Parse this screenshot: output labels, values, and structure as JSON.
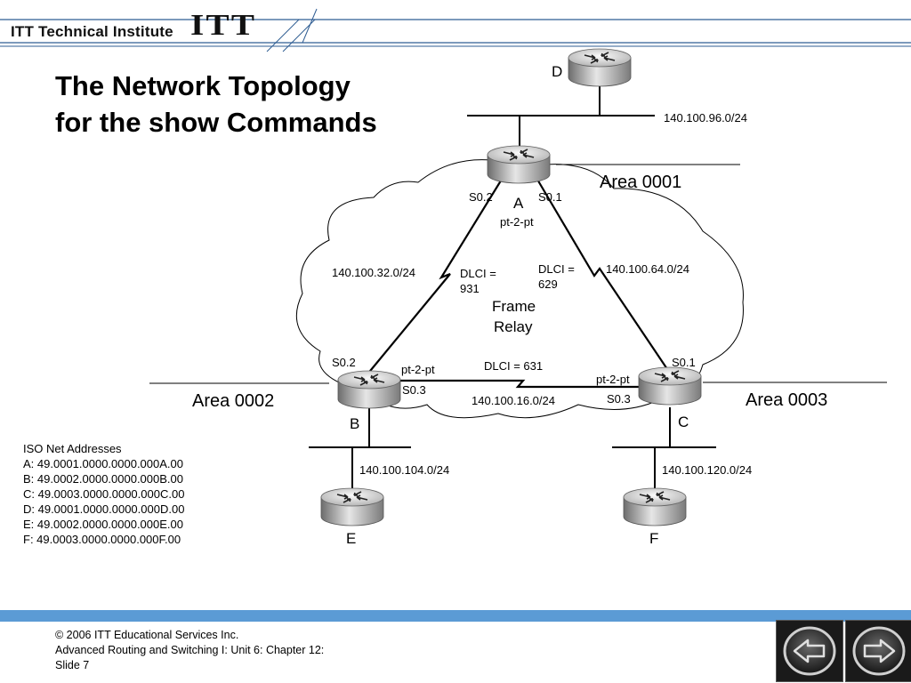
{
  "header": {
    "institute": "ITT Technical Institute",
    "logo_text": "ITT"
  },
  "title": {
    "line1": "The Network Topology",
    "line2": "for the show Commands"
  },
  "routers": {
    "A": "A",
    "B": "B",
    "C": "C",
    "D": "D",
    "E": "E",
    "F": "F"
  },
  "areas": {
    "a1": "Area 0001",
    "a2": "Area 0002",
    "a3": "Area 0003"
  },
  "networks": {
    "d_lan": "140.100.96.0/24",
    "ab": "140.100.32.0/24",
    "ac": "140.100.64.0/24",
    "bc": "140.100.16.0/24",
    "b_lan": "140.100.104.0/24",
    "c_lan": "140.100.120.0/24"
  },
  "interfaces": {
    "a_s02": "S0.2",
    "a_s01": "S0.1",
    "b_s02": "S0.2",
    "b_s03": "S0.3",
    "c_s01": "S0.1",
    "c_s03": "S0.3"
  },
  "links": {
    "a_pt": "pt-2-pt",
    "b_pt": "pt-2-pt",
    "c_pt": "pt-2-pt",
    "dlci_ab_1": "DLCI =",
    "dlci_ab_2": "931",
    "dlci_ac_1": "DLCI =",
    "dlci_ac_2": "629",
    "dlci_bc": "DLCI = 631"
  },
  "cloud": {
    "line1": "Frame",
    "line2": "Relay"
  },
  "iso": {
    "heading": "ISO Net Addresses",
    "lines": [
      "A: 49.0001.0000.0000.000A.00",
      "B: 49.0002.0000.0000.000B.00",
      "C: 49.0003.0000.0000.000C.00",
      "D: 49.0001.0000.0000.000D.00",
      "E: 49.0002.0000.0000.000E.00",
      "F: 49.0003.0000.0000.000F.00"
    ]
  },
  "footer": {
    "copyright": "© 2006 ITT Educational Services Inc.",
    "course": "Advanced Routing and Switching I: Unit 6: Chapter 12: Slide 7"
  },
  "colors": {
    "accent_bar": "#5b9bd5",
    "header_stripe": "#2f5d93"
  }
}
